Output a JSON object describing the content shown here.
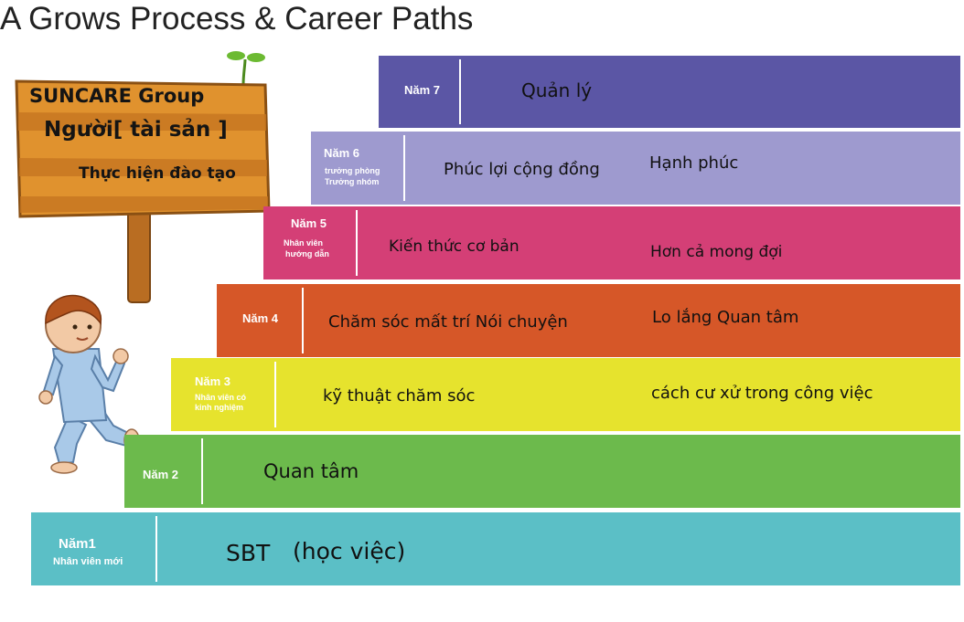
{
  "title": "A Grows Process & Career Paths",
  "sign": {
    "line1": "SUNCARE Group",
    "line2": "Người[ tài sản ]",
    "line3": "Thực hiện đào tạo"
  },
  "colors": {
    "step7": "#5b56a5",
    "step6": "#9e9acf",
    "step5": "#d43f76",
    "step4": "#d65728",
    "step3": "#e6e32d",
    "step2": "#6cba4c",
    "step1": "#5bbfc6",
    "sign_wood": "#e0922e",
    "sign_stripe": "#c67520"
  },
  "steps": [
    {
      "year": "Năm 7",
      "role": [],
      "text1": "Quản lý",
      "text2": ""
    },
    {
      "year": "Năm 6",
      "role": [
        "trưởng phòng",
        "Trưởng nhóm"
      ],
      "text1": "Phúc lợi cộng đồng",
      "text2": "Hạnh phúc"
    },
    {
      "year": "Năm 5",
      "role": [
        "Nhân viên",
        "hướng dẫn"
      ],
      "text1": "Kiến thức cơ bản",
      "text2": "Hơn cả mong đợi"
    },
    {
      "year": "Năm 4",
      "role": [],
      "text1": "Chăm sóc mất trí Nói chuyện",
      "text2": "Lo lắng Quan tâm"
    },
    {
      "year": "Năm 3",
      "role": [
        "Nhân viên có",
        "kinh nghiệm"
      ],
      "text1": "kỹ thuật chăm sóc",
      "text2": "cách cư xử trong công việc"
    },
    {
      "year": "Năm 2",
      "role": [],
      "text1": "Quan tâm",
      "text2": ""
    },
    {
      "year": "Năm1",
      "role": [
        "Nhân viên mới"
      ],
      "text1": "SBT",
      "text2": "(học việc)"
    }
  ]
}
